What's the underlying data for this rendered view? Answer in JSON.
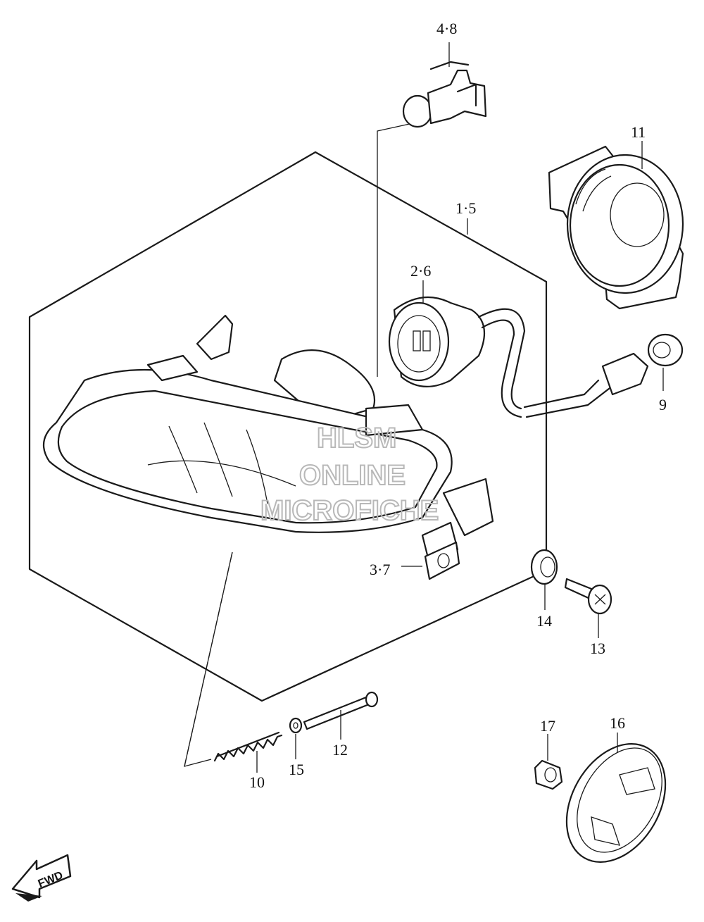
{
  "diagram": {
    "callouts": [
      {
        "id": "c48",
        "text": "4·8"
      },
      {
        "id": "c11",
        "text": "11"
      },
      {
        "id": "c15",
        "text": "1·5"
      },
      {
        "id": "c26",
        "text": "2·6"
      },
      {
        "id": "c9",
        "text": "9"
      },
      {
        "id": "c37",
        "text": "3·7"
      },
      {
        "id": "c14",
        "text": "14"
      },
      {
        "id": "c13",
        "text": "13"
      },
      {
        "id": "c12",
        "text": "12"
      },
      {
        "id": "c10",
        "text": "10"
      },
      {
        "id": "c15b",
        "text": "15"
      },
      {
        "id": "c17",
        "text": "17"
      },
      {
        "id": "c16",
        "text": "16"
      }
    ],
    "watermark": {
      "line1": "HLSM",
      "line2": "ONLINE",
      "line3": "MICROFICHE"
    },
    "direction_arrow": {
      "label": "FWD"
    }
  }
}
